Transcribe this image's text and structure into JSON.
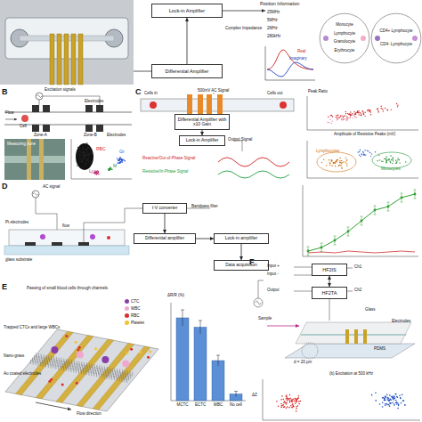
{
  "diagram": {
    "nodes": [
      {
        "text": [
          "Lock-in Amplifier"
        ]
      },
      {
        "text": [
          "Differential Amplifier"
        ]
      },
      {
        "text": [
          "Monocyte",
          "Lymphocyte",
          "Granulocyte",
          "Erythrocyte"
        ]
      },
      {
        "text": [
          "CD4+ Lymphocyte",
          "CD4- Lymphocyte"
        ]
      },
      {
        "text": [
          "Differential Amplifier with x10 Gain"
        ]
      },
      {
        "text": [
          "Lock-in Amplifier"
        ]
      },
      {
        "text": [
          "I-V converter"
        ]
      },
      {
        "text": [
          "Differential amplifier"
        ]
      },
      {
        "text": [
          "Lock-in amplifier"
        ]
      },
      {
        "text": [
          "Data acquisition"
        ]
      },
      {
        "text": [
          "HF2IS"
        ]
      },
      {
        "text": [
          "HF2TA"
        ]
      }
    ],
    "edges": [
      {
        "from": 1,
        "to": 0,
        "arrow": "to"
      },
      {
        "from": 4,
        "to": 5,
        "arrow": "to"
      },
      {
        "from": 6,
        "to": 7,
        "arrow": "to"
      },
      {
        "from": 7,
        "to": 8,
        "arrow": "to"
      },
      {
        "from": 8,
        "to": 9,
        "arrow": "to"
      },
      {
        "from": 10,
        "to": 11,
        "arrow": "both"
      }
    ],
    "labels": [
      "Position Information",
      "25MHz",
      "5MHz",
      "2MHz",
      "280kHz",
      "Complex Impedance",
      "Real",
      "Imaginary",
      "B",
      "Excitation signals",
      "Electrodes",
      "Flow",
      "Cell",
      "Zone-A",
      "Zone-B",
      "Electrodes",
      "Measuring zone",
      "RBC",
      "Gr",
      "Ly",
      "M",
      "C",
      "Cells in",
      "Cells out",
      "500mV AC Signal",
      "Reactive/Out-of-Phase Signal",
      "Resistive/In-Phase Signal",
      "Output Signal",
      "Peak Ratio",
      "Amplitude of Resistive Peaks (mV)",
      "Lymphocytes",
      "Monocytes",
      "D",
      "AC signal",
      "Pt electrodes",
      "glass substrate",
      "flow",
      "Bandpass filter",
      "E",
      "Passing of small blood cells through channels",
      "Trapped CTCs and large WBCs",
      "Nano-grass",
      "Au coated electrodes",
      "Flow direction",
      "MCTC",
      "ECTC",
      "WBC",
      "No cell",
      "ΔR/R (%)",
      "F",
      "Input +",
      "Input -",
      "Output",
      "Ch1",
      "Ch2",
      "Sample",
      "Glass",
      "Electrodes",
      "PDMS",
      "d = 20 μm",
      "(b) Excitation at 500 kHz",
      "ΔZ"
    ],
    "legend": [
      {
        "text": "CTC",
        "color": "#8a3fa8"
      },
      {
        "text": "WBC",
        "color": "#f0a8d0"
      },
      {
        "text": "RBC",
        "color": "#d83030"
      },
      {
        "text": "Platelet",
        "color": "#f2c230"
      }
    ]
  }
}
